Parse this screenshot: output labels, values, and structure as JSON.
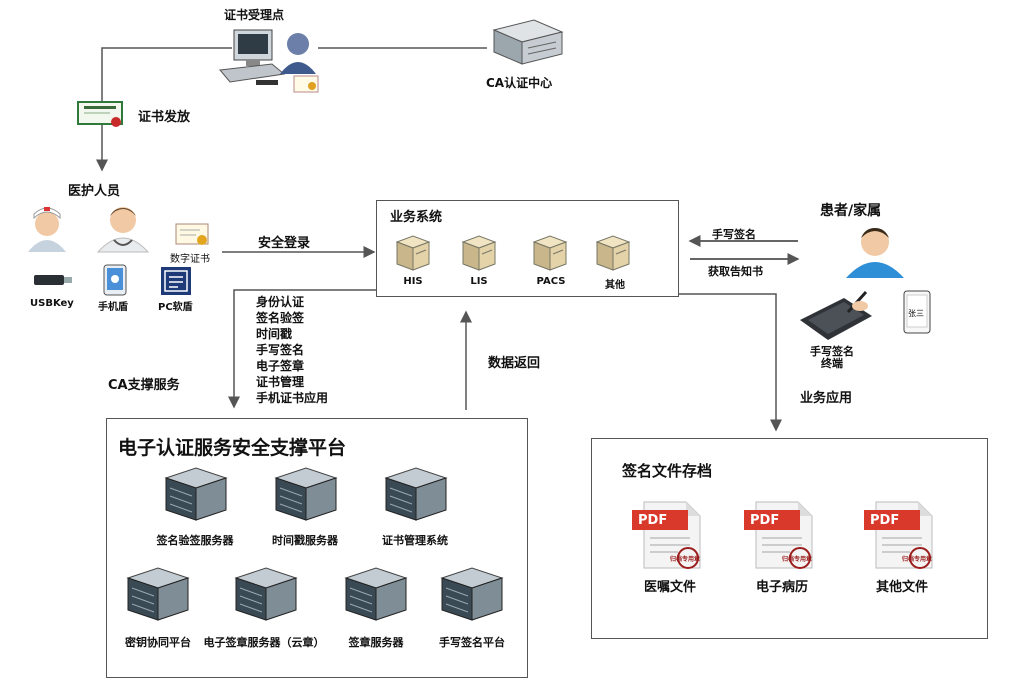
{
  "top": {
    "cert_point": "证书受理点",
    "ca_center": "CA认证中心",
    "cert_issue": "证书发放"
  },
  "medical": {
    "title": "医护人员",
    "digital_cert": "数字证书",
    "usbkey": "USBKey",
    "phone_shield": "手机盾",
    "pc_shield": "PC软盾",
    "secure_login": "安全登录"
  },
  "business_system": {
    "title": "业务系统",
    "servers": [
      "HIS",
      "LIS",
      "PACS",
      "其他"
    ]
  },
  "patient": {
    "title": "患者/家属",
    "handwrite_sign": "手写签名",
    "get_notice": "获取告知书",
    "terminal_label_line1": "手写签名",
    "terminal_label_line2": "终端",
    "sign_preview": "张三"
  },
  "ca_services": {
    "label": "CA支撑服务",
    "items": [
      "身份认证",
      "签名验签",
      "时间戳",
      "手写签名",
      "电子签章",
      "证书管理",
      "手机证书应用"
    ],
    "data_return": "数据返回"
  },
  "platform": {
    "title": "电子认证服务安全支撑平台",
    "row1": [
      "签名验签服务器",
      "时间戳服务器",
      "证书管理系统"
    ],
    "row2": [
      "密钥协同平台",
      "电子签章服务器（云章）",
      "签章服务器",
      "手写签名平台"
    ]
  },
  "archive": {
    "business_app": "业务应用",
    "title": "签名文件存档",
    "pdf_tag": "PDF",
    "stamp_text": "归档专用章",
    "docs": [
      "医嘱文件",
      "电子病历",
      "其他文件"
    ]
  },
  "colors": {
    "line": "#555555",
    "pdf_red": "#d8392b",
    "server_dark": "#3a4a55",
    "server_light": "#9aa8b2"
  }
}
